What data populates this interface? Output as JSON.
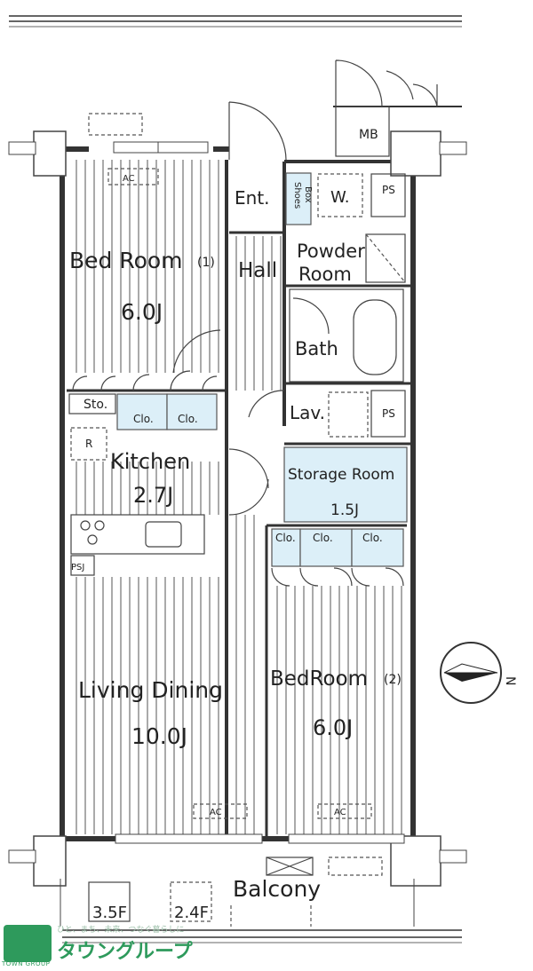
{
  "rooms": {
    "bedroom1": {
      "name": "Bed Room",
      "num": "(1)",
      "size": "6.0J"
    },
    "hall": "Hall",
    "entrance": "Ent.",
    "shoes_box": [
      "Shoes",
      "Box"
    ],
    "w": "W.",
    "mb": "MB",
    "ps": "PS",
    "powder_room": [
      "Powder",
      "Room"
    ],
    "bath": "Bath",
    "lav": "Lav.",
    "storage_room": {
      "name": "Storage Room",
      "size": "1.5J"
    },
    "sto": "Sto.",
    "clo": "Clo.",
    "r": "R",
    "kitchen": {
      "name": "Kitchen",
      "size": "2.7J"
    },
    "ps_j": "PSJ",
    "living_dining": {
      "name": "Living Dining",
      "size": "10.0J"
    },
    "bedroom2": {
      "name": "BedRoom",
      "num": "(2)",
      "size": "6.0J"
    },
    "ac": "AC",
    "balcony": "Balcony",
    "bal_left": "3.5F",
    "bal_right": "2.4F"
  },
  "compass": {
    "label": "N"
  },
  "logo": {
    "name": "タウングループ",
    "tagline": "ひと、まち、未来、つなぐ暮らしに",
    "mark_text": "TOWN GROUP"
  },
  "colors": {
    "storage": "#dceff8",
    "logo": "#2e9a5c",
    "walls": "#333333"
  }
}
